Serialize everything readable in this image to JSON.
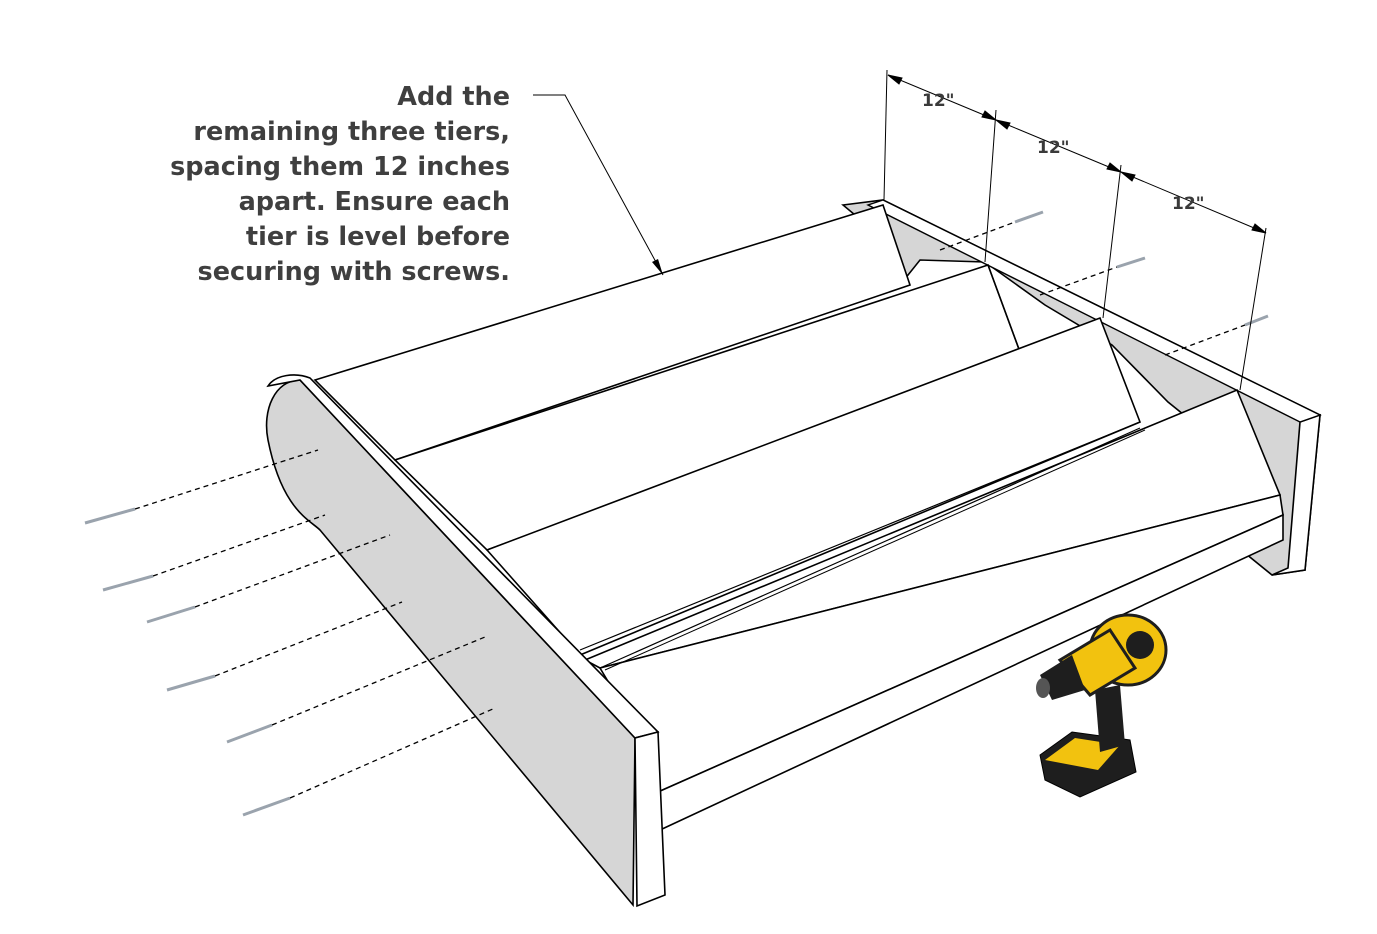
{
  "callout": {
    "lines": [
      "Add the",
      "remaining three tiers,",
      "spacing them 12 inches",
      "apart. Ensure each",
      "tier is level before",
      "securing with screws."
    ]
  },
  "dimensions": [
    "12\"",
    "12\"",
    "12\""
  ],
  "colors": {
    "board_face": "#ffffff",
    "side_panel": "#d6d6d6",
    "edge": "#000000",
    "drill_yellow": "#f2c20f",
    "drill_black": "#1e1e1e"
  },
  "icons": [
    "screw-icon",
    "drill-icon"
  ]
}
